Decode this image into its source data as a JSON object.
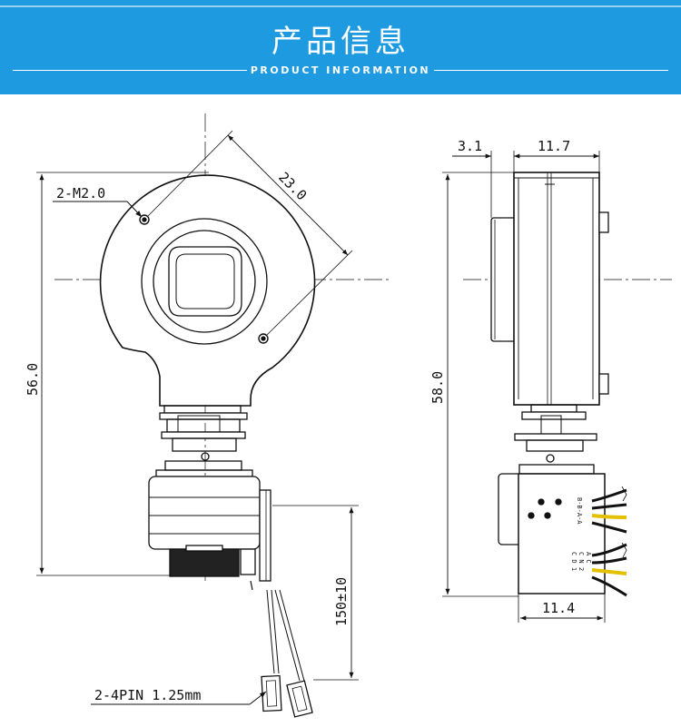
{
  "header": {
    "title": "产品信息",
    "subtitle": "PRODUCT INFORMATION",
    "color": "#1e9be0"
  },
  "drawing": {
    "front_view": {
      "hole_label": "2-M2.0",
      "hole_spacing": "23.0",
      "height": "56.0",
      "cable_length": "150±10",
      "connector_label": "2-4PIN 1.25mm"
    },
    "side_view": {
      "dim_top_left": "3.1",
      "dim_top_right": "11.7",
      "height": "58.0",
      "dim_bottom": "11.4",
      "pin_labels_upper": "B-B-A-A",
      "pin_labels_lower_1": "A C",
      "pin_labels_lower_2": "C N 2",
      "pin_labels_lower_3": "C D 1"
    }
  }
}
